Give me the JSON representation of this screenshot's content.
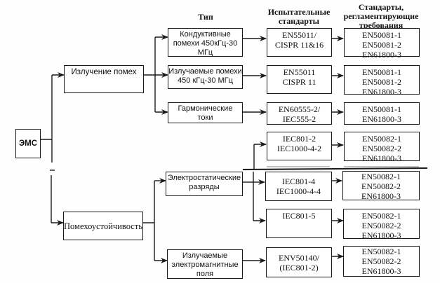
{
  "headers": {
    "type": "Тип",
    "test_standards": [
      "Испытательные",
      "стандарты"
    ],
    "req_standards": [
      "Стандарты,",
      "регламентирующие",
      "требования"
    ]
  },
  "root": {
    "label": "ЭМС"
  },
  "branches": [
    {
      "label": "Излучение помех",
      "types": [
        {
          "lines": [
            "Кондуктивные",
            "помехи 450кГц-30",
            "МГц"
          ],
          "tests": [
            "EN55011/",
            "CISPR 11&16"
          ],
          "reqs": [
            "EN50081-1",
            "EN50081-2",
            "EN61800-3"
          ]
        },
        {
          "lines": [
            "Излучаемые помехи",
            "450 кГц-30 МГц"
          ],
          "tests": [
            "EN55011",
            "CISPR 11"
          ],
          "reqs": [
            "EN50081-1",
            "EN50081-2",
            "EN61800-3"
          ]
        },
        {
          "lines": [
            "Гармонические",
            "токи"
          ],
          "tests": [
            "EN60555-2/",
            "IEC555-2"
          ],
          "reqs": [
            "EN50081-1",
            "EN61800-3"
          ]
        }
      ]
    },
    {
      "label": "Помехоустойчивость",
      "types": [
        {
          "lines": [
            "Электростатические",
            "разряды"
          ],
          "tests_sets": [
            {
              "tests": [
                "IEC801-2",
                "IEC1000-4-2"
              ],
              "reqs": [
                "EN50082-1",
                "EN50082-2",
                "EN61800-3"
              ]
            },
            {
              "tests": [
                "IEC801-4",
                "IEC1000-4-4"
              ],
              "reqs": [
                "EN50082-1",
                "EN50082-2",
                "EN61800-3"
              ]
            },
            {
              "tests": [
                "IEC801-5"
              ],
              "reqs": [
                "EN50082-1",
                "EN50082-2",
                "EN61800-3"
              ]
            }
          ]
        },
        {
          "lines": [
            "Излучаемые",
            "электромагнитные",
            "поля"
          ],
          "tests": [
            "ENV50140/",
            "(IEC801-2)"
          ],
          "reqs": [
            "EN50082-1",
            "EN50082-2",
            "EN61800-3"
          ]
        }
      ]
    }
  ]
}
